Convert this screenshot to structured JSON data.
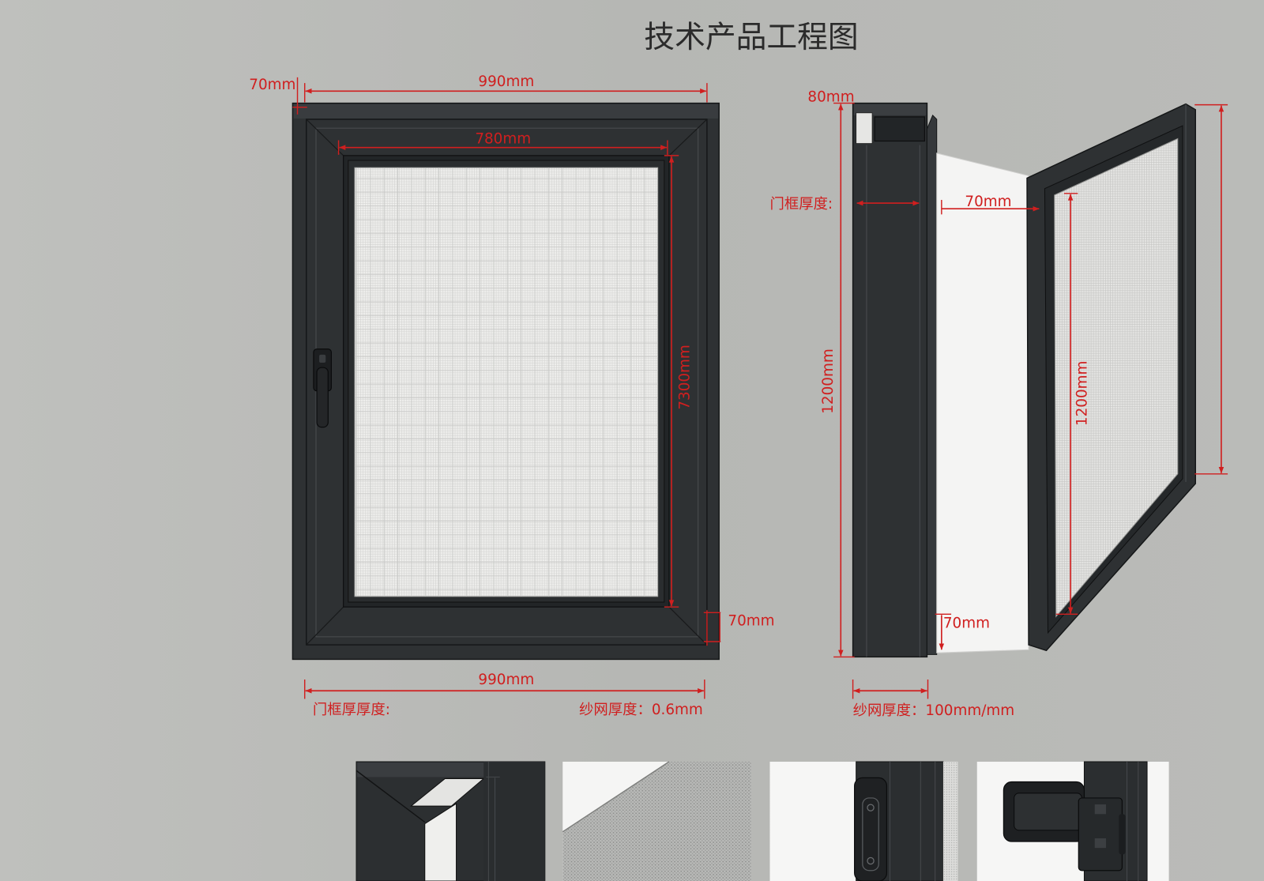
{
  "title": "技术产品工程图",
  "colors": {
    "background": "#b7b8b5",
    "dimension": "#d01f1f",
    "title": "#2b2b2b",
    "frame": "#2e3133",
    "mesh": "#eeeeec"
  },
  "front_view": {
    "top_left_offset": "70mm",
    "outer_width_top": "990mm",
    "inner_width": "780mm",
    "inner_height": "7300mm",
    "bottom_right_offset": "70mm",
    "outer_width_bottom": "990mm",
    "frame_thickness_label": "门框厚厚度:",
    "mesh_thickness_label": "纱网厚度：0.6mm"
  },
  "side_view": {
    "top_depth": "80mm",
    "total_height": "1200mm",
    "frame_thickness_label": "门框厚度:",
    "sash_width": "70mm",
    "sash_height": "1200mm",
    "bottom_offset": "70mm",
    "mesh_thickness_label": "纱网厚度：100mm/mm"
  }
}
